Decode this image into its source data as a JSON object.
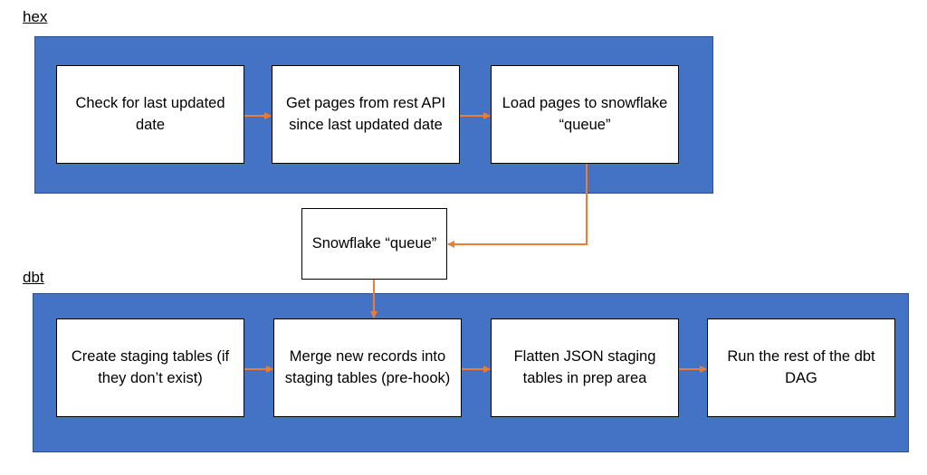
{
  "colors": {
    "region_fill": "#4472C4",
    "region_border": "#2F528F",
    "node_fill": "#ffffff",
    "connector": "#ED7D31"
  },
  "groups": {
    "hex": {
      "label": "hex",
      "steps": [
        "Check for last updated date",
        "Get pages from rest API since last updated date",
        "Load pages to snowflake “queue”"
      ]
    },
    "dbt": {
      "label": "dbt",
      "steps": [
        "Create staging tables (if they don’t exist)",
        "Merge new records into staging tables (pre-hook)",
        "Flatten JSON staging tables in prep area",
        "Run the rest of the dbt DAG"
      ]
    }
  },
  "queue_node": {
    "label": "Snowflake “queue”"
  }
}
